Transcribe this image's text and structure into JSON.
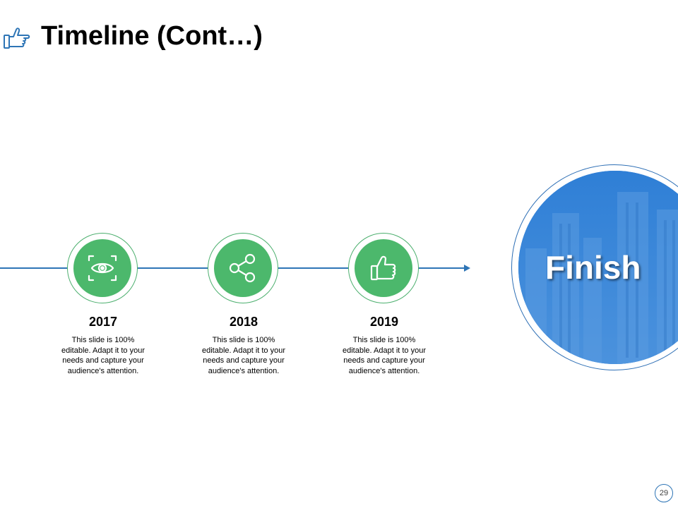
{
  "slide": {
    "title": "Timeline (Cont…)",
    "title_icon": "thumbs-up-pointing-icon",
    "page_number": "29",
    "accent_color": "#2e75b6",
    "milestone_color": "#4cb86c"
  },
  "milestones": [
    {
      "year": "2017",
      "icon": "eye-scan-icon",
      "description": "This slide is 100% editable. Adapt it to your needs and capture your audience's attention."
    },
    {
      "year": "2018",
      "icon": "share-icon",
      "description": "This slide is 100% editable. Adapt it to your needs and capture your audience's attention."
    },
    {
      "year": "2019",
      "icon": "thumbs-up-icon",
      "description": "This slide is 100% editable. Adapt it to your needs and capture your audience's attention."
    }
  ],
  "finish": {
    "label": "Finish",
    "color": "#3a86d8"
  }
}
